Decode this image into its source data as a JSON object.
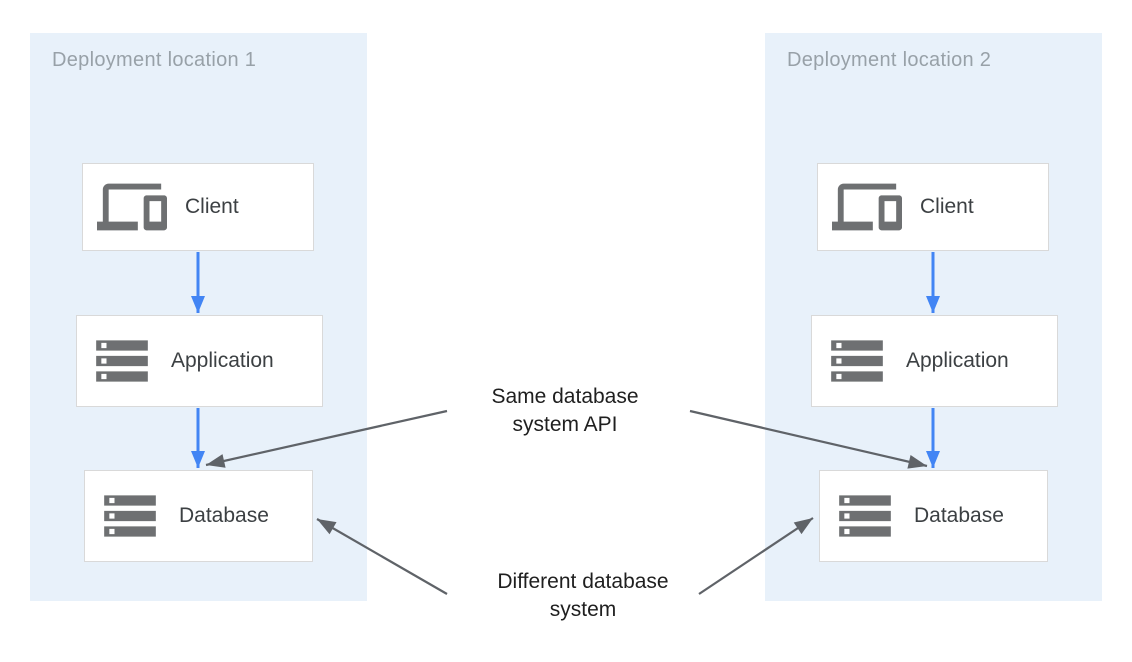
{
  "colors": {
    "canvas-bg": "#ffffff",
    "panel-bg": "#e8f1fa",
    "panel-title": "#98a1a8",
    "node-bg": "#ffffff",
    "node-border": "#d9d9d9",
    "node-text": "#3c4043",
    "icon-gray": "#6e7072",
    "flow-arrow-blue": "#4285f4",
    "annotation-arrow-gray": "#5f6368",
    "annotation-text": "#1f1f1f"
  },
  "panels": [
    {
      "title": "Deployment location 1",
      "nodes": [
        {
          "label": "Client",
          "icon": "devices-icon"
        },
        {
          "label": "Application",
          "icon": "server-stack-icon"
        },
        {
          "label": "Database",
          "icon": "server-stack-icon"
        }
      ]
    },
    {
      "title": "Deployment location 2",
      "nodes": [
        {
          "label": "Client",
          "icon": "devices-icon"
        },
        {
          "label": "Application",
          "icon": "server-stack-icon"
        },
        {
          "label": "Database",
          "icon": "server-stack-icon"
        }
      ]
    }
  ],
  "annotations": [
    {
      "lines": [
        "Same database",
        "system API"
      ],
      "points_to": [
        "deployment-1-database",
        "deployment-2-database"
      ]
    },
    {
      "lines": [
        "Different database",
        "system"
      ],
      "points_to": [
        "deployment-1-database",
        "deployment-2-database"
      ]
    }
  ],
  "edges": [
    {
      "from": "deployment-1-client",
      "to": "deployment-1-application",
      "style": "blue-flow"
    },
    {
      "from": "deployment-1-application",
      "to": "deployment-1-database",
      "style": "blue-flow"
    },
    {
      "from": "deployment-2-client",
      "to": "deployment-2-application",
      "style": "blue-flow"
    },
    {
      "from": "deployment-2-application",
      "to": "deployment-2-database",
      "style": "blue-flow"
    },
    {
      "from": "annotation-same-database-system-api",
      "to": "deployment-1-database",
      "style": "gray-callout"
    },
    {
      "from": "annotation-same-database-system-api",
      "to": "deployment-2-database",
      "style": "gray-callout"
    },
    {
      "from": "annotation-different-database-system",
      "to": "deployment-1-database",
      "style": "gray-callout"
    },
    {
      "from": "annotation-different-database-system",
      "to": "deployment-2-database",
      "style": "gray-callout"
    }
  ]
}
